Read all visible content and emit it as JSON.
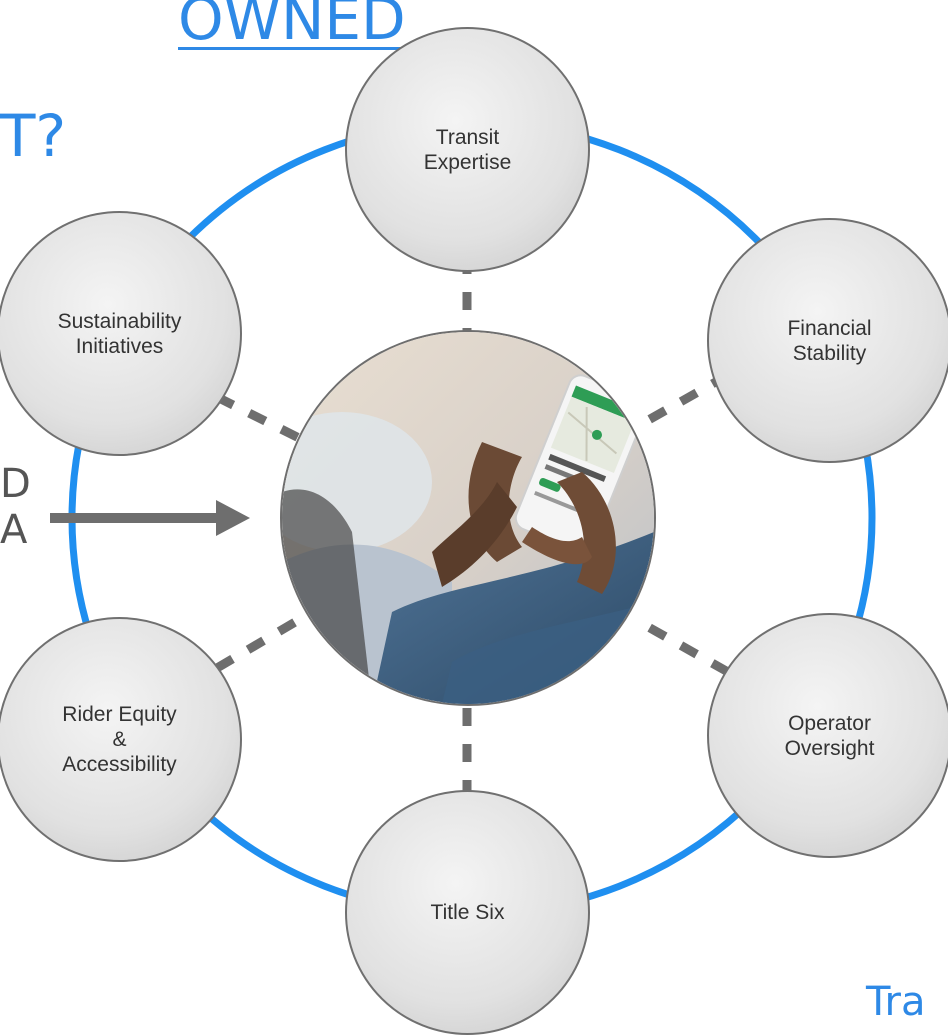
{
  "heading": {
    "line1": "OWNED",
    "line2": "T?"
  },
  "left_fragments": [
    "D",
    "A"
  ],
  "corner_fragment": "Tra",
  "nodes": {
    "transit": "Transit\nExpertise",
    "financial": "Financial\nStability",
    "operator": "Operator\nOversight",
    "title_six": "Title Six",
    "rider": "Rider Equity\n&\nAccessibility",
    "sustainability": "Sustainability\nInitiatives"
  },
  "colors": {
    "ring": "#1f8ff0",
    "heading": "#2e89e6",
    "connector": "#6e6e6e"
  },
  "center_image": "person-holding-phone-with-transit-map-app"
}
